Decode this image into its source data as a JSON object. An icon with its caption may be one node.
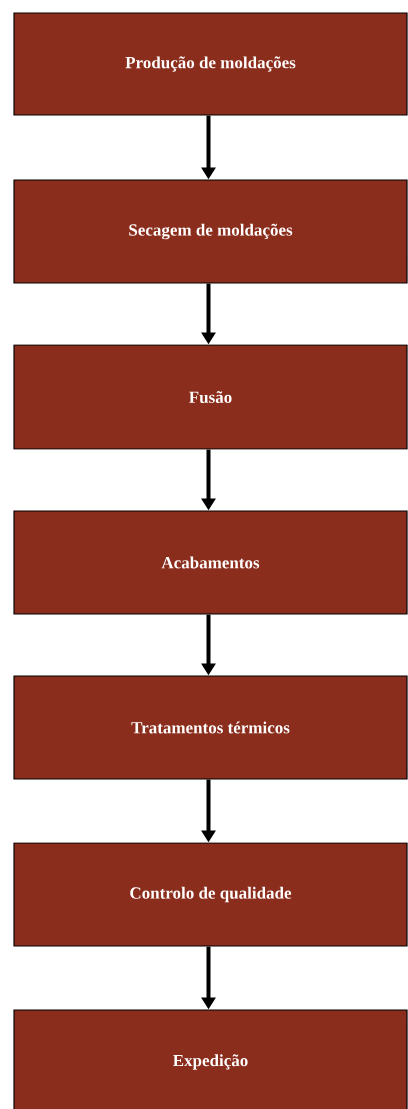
{
  "diagram": {
    "nodes": [
      {
        "text": [
          "Produção de moldações"
        ]
      },
      {
        "text": [
          "Secagem de moldações"
        ]
      },
      {
        "text": [
          "Fusão"
        ]
      },
      {
        "text": [
          "Acabamentos"
        ]
      },
      {
        "text": [
          "Tratamentos térmicos"
        ]
      },
      {
        "text": [
          "Controlo de qualidade"
        ]
      },
      {
        "text": [
          "Expedição"
        ]
      }
    ],
    "edges": [
      {
        "from": 0,
        "to": 1,
        "arrow": "to"
      },
      {
        "from": 1,
        "to": 2,
        "arrow": "to"
      },
      {
        "from": 2,
        "to": 3,
        "arrow": "to"
      },
      {
        "from": 3,
        "to": 4,
        "arrow": "to"
      },
      {
        "from": 4,
        "to": 5,
        "arrow": "to"
      },
      {
        "from": 5,
        "to": 6,
        "arrow": "to"
      }
    ]
  }
}
